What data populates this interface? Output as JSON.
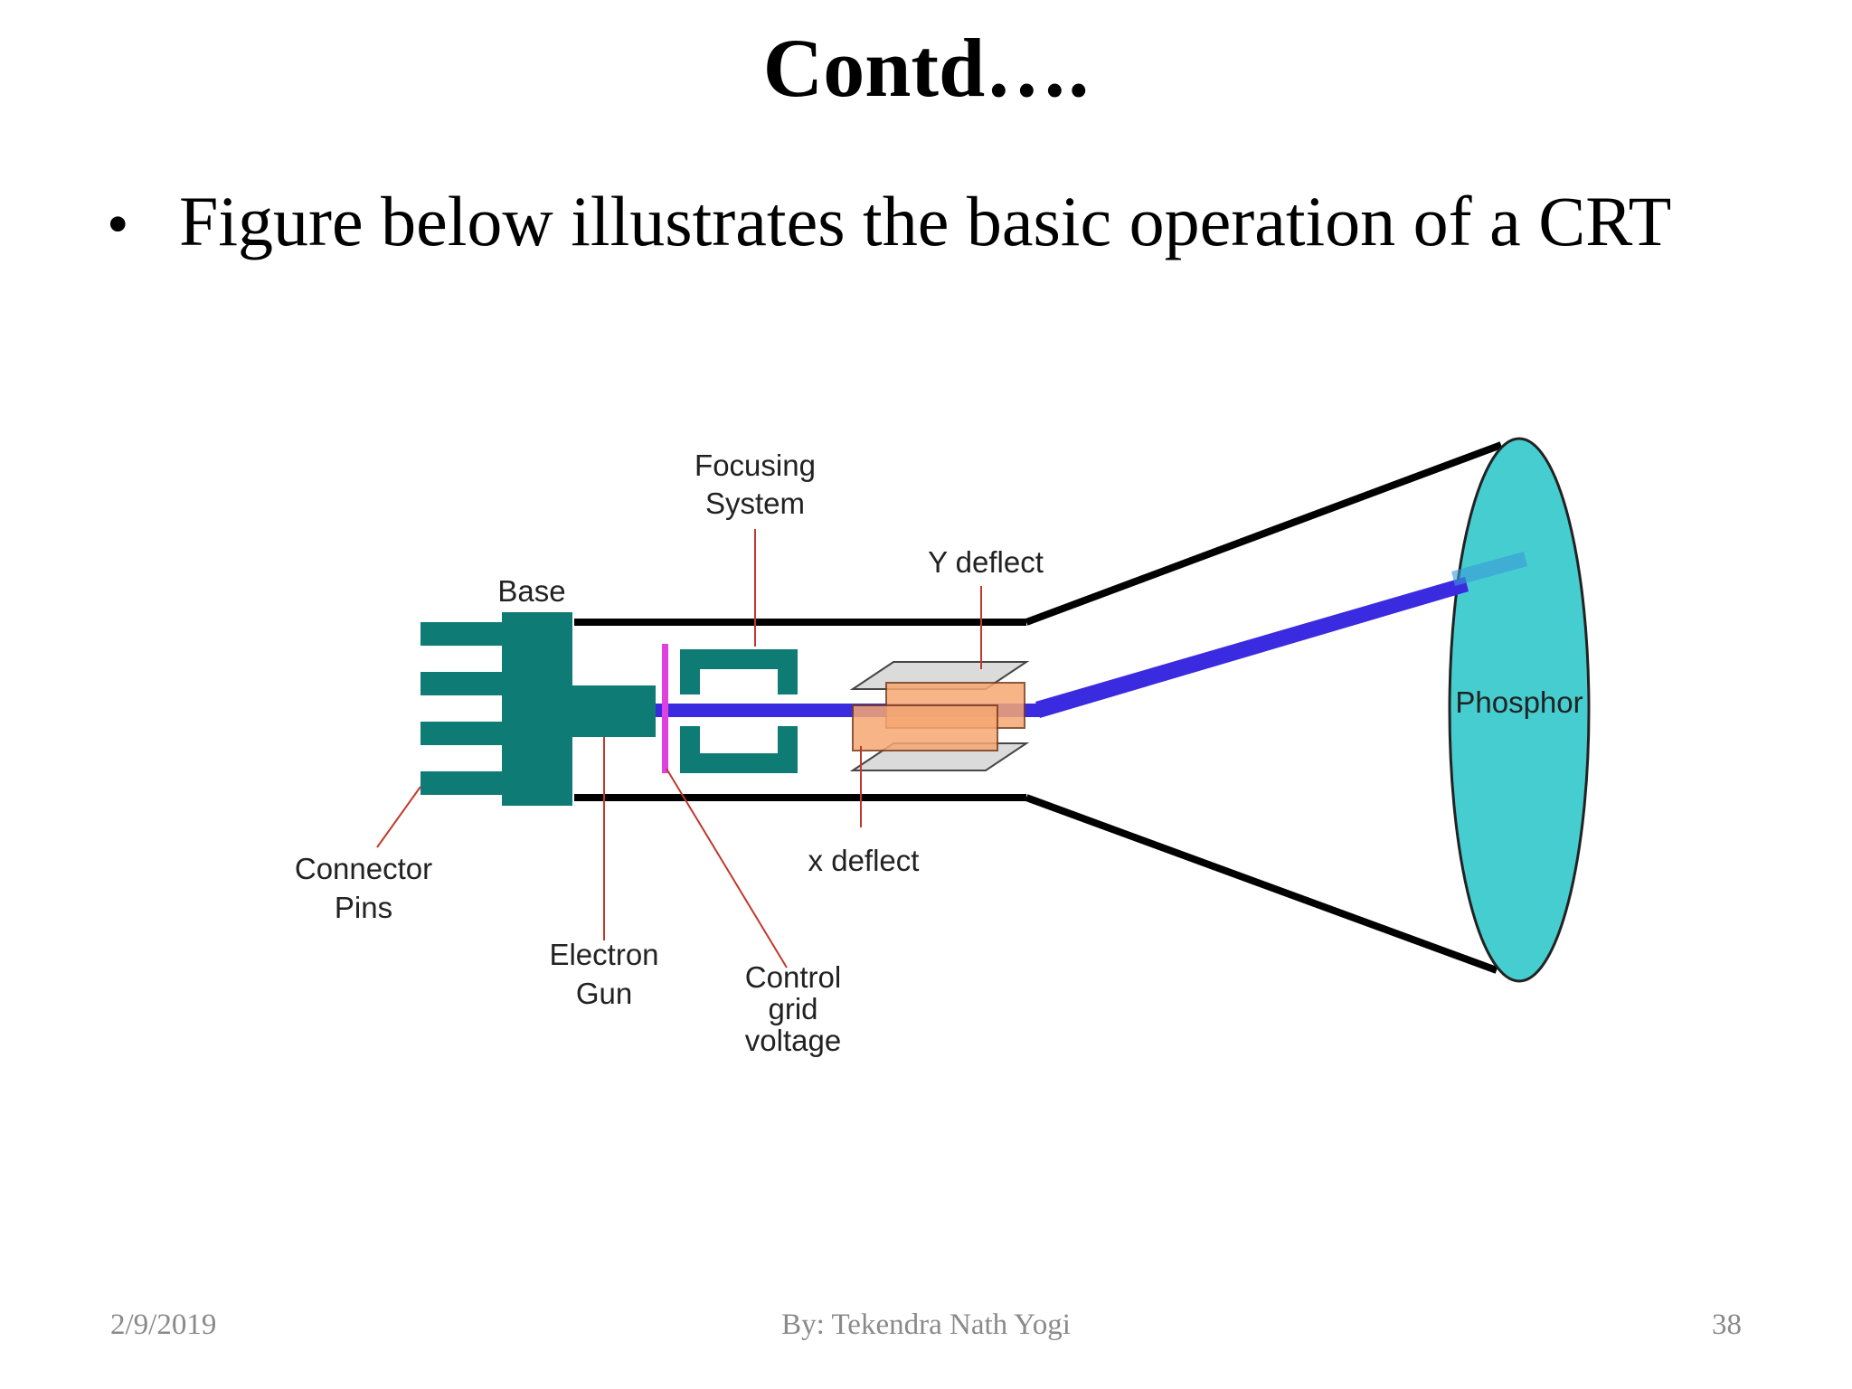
{
  "slide": {
    "title": "Contd….",
    "bullet": "Figure below illustrates the basic operation of a CRT",
    "bullet_symbol": "•"
  },
  "diagram": {
    "labels": {
      "focusing_line1": "Focusing",
      "focusing_line2": "System",
      "base": "Base",
      "y_deflect": "Y deflect",
      "x_deflect": "x deflect",
      "phosphor": "Phosphor",
      "connector_line1": "Connector",
      "connector_line2": "Pins",
      "electron_line1": "Electron",
      "electron_line2": "Gun",
      "control_line1": "Control",
      "control_line2": "grid",
      "control_line3": "voltage"
    },
    "colors": {
      "gun": "#0e7b74",
      "beam": "#3b2be0",
      "grid": "#e040e0",
      "phosphor": "#45cdd0",
      "deflect_plate": "#f6a872",
      "leader": "#c0392b"
    }
  },
  "footer": {
    "date": "2/9/2019",
    "author": "By: Tekendra Nath Yogi",
    "page": "38"
  }
}
